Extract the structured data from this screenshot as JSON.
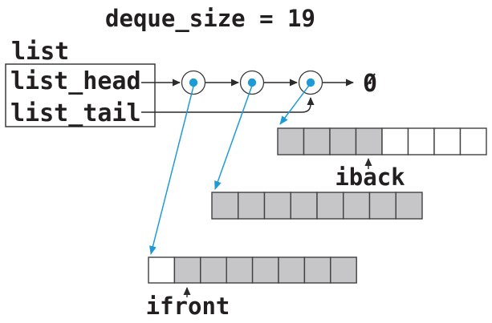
{
  "title": "deque_size = 19",
  "colors": {
    "accent_blue": "#1E9BD7",
    "cell_gray": "#C6C6C8",
    "cell_white": "#FFFFFF",
    "cell_border": "#414042",
    "line": "#2B2A2C",
    "text": "#231F20"
  },
  "pointer_box": {
    "caption": "list",
    "fields": [
      {
        "label": "list_head"
      },
      {
        "label": "list_tail"
      }
    ]
  },
  "linked_list": {
    "nodes": [
      "node-1",
      "node-2",
      "node-3"
    ],
    "null_label": "0"
  },
  "arrays": [
    {
      "name": "block-top",
      "cells": [
        "gray",
        "gray",
        "gray",
        "gray",
        "white",
        "white",
        "white",
        "white"
      ],
      "index_label": "iback",
      "index_cell": 3
    },
    {
      "name": "block-middle",
      "cells": [
        "gray",
        "gray",
        "gray",
        "gray",
        "gray",
        "gray",
        "gray",
        "gray"
      ]
    },
    {
      "name": "block-bottom",
      "cells": [
        "white",
        "gray",
        "gray",
        "gray",
        "gray",
        "gray",
        "gray",
        "gray"
      ],
      "index_label": "ifront",
      "index_cell": 1
    }
  ]
}
